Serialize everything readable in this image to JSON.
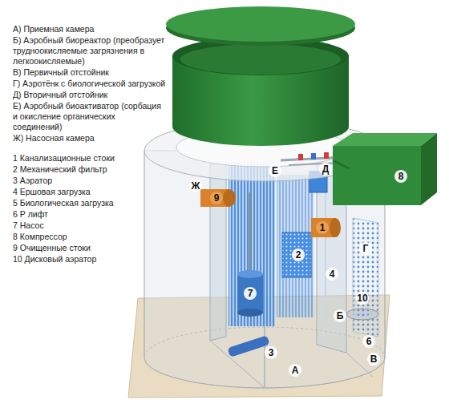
{
  "diagram": {
    "labels": [
      "А) Приемная камера",
      "Б) Аэробный биореактор (преобразует трудноокисляемые загрязнения в легкоокисляемые)",
      "В) Первичный отстойник",
      "Г) Аэротёнк с биологической загрузкой",
      "Д) Вторичный отстойник",
      "Е) Аэробный биоактиватор (сорбация и окисление органических соединений)",
      "Ж) Насосная камера",
      "1 Канализационные стоки",
      "2 Механический фильтр",
      "3 Аэратор",
      "4 Ершовая загрузка",
      "5 Биологическая загрузка",
      "6 Р лифт",
      "7 Насос",
      "8 Компрессор",
      "9 Очищенные стоки",
      "10 Дисковый аэратор",
      "Е",
      "Д",
      "Ж",
      "9",
      "1",
      "2",
      "Г",
      "4",
      "7",
      "10",
      "Б",
      "6",
      "3",
      "В",
      "А",
      "8"
    ]
  }
}
